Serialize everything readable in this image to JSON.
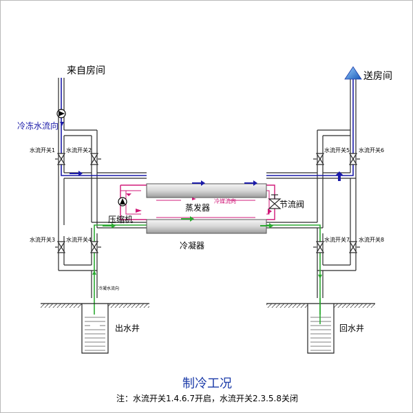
{
  "title": "制冷工况",
  "note": "注：水流开关1.4.6.7开启，水流开关2.3.5.8关闭",
  "labels": {
    "inlet_room": "来自房间",
    "outlet_room": "送房间",
    "chilled_water_dir": "冷冻水流向",
    "evaporator": "蒸发器",
    "condenser": "冷凝器",
    "compressor": "压缩机",
    "throttle_valve": "节流阀",
    "refrigerant_dir": "冷媒流向",
    "cooling_water_dir": "冷凝水流向",
    "supply_well": "出水井",
    "return_well": "回水井"
  },
  "switches": [
    "水流开关1",
    "水流开关2",
    "水流开关3",
    "水流开关4",
    "水流开关5",
    "水流开关6",
    "水流开关7",
    "水流开关8"
  ],
  "colors": {
    "chilled_water": "#1a1aa8",
    "cooling_water": "#2aa830",
    "refrigerant": "#d01878",
    "pipe": "#2a2a2a",
    "exchanger_top": "#f0f0f0",
    "exchanger_bottom": "#a8a8a8",
    "title": "#1a3aa8"
  },
  "icons": [
    "pump-icon",
    "valve-icon",
    "arrow-icon",
    "send-cone-icon",
    "well-icon"
  ]
}
